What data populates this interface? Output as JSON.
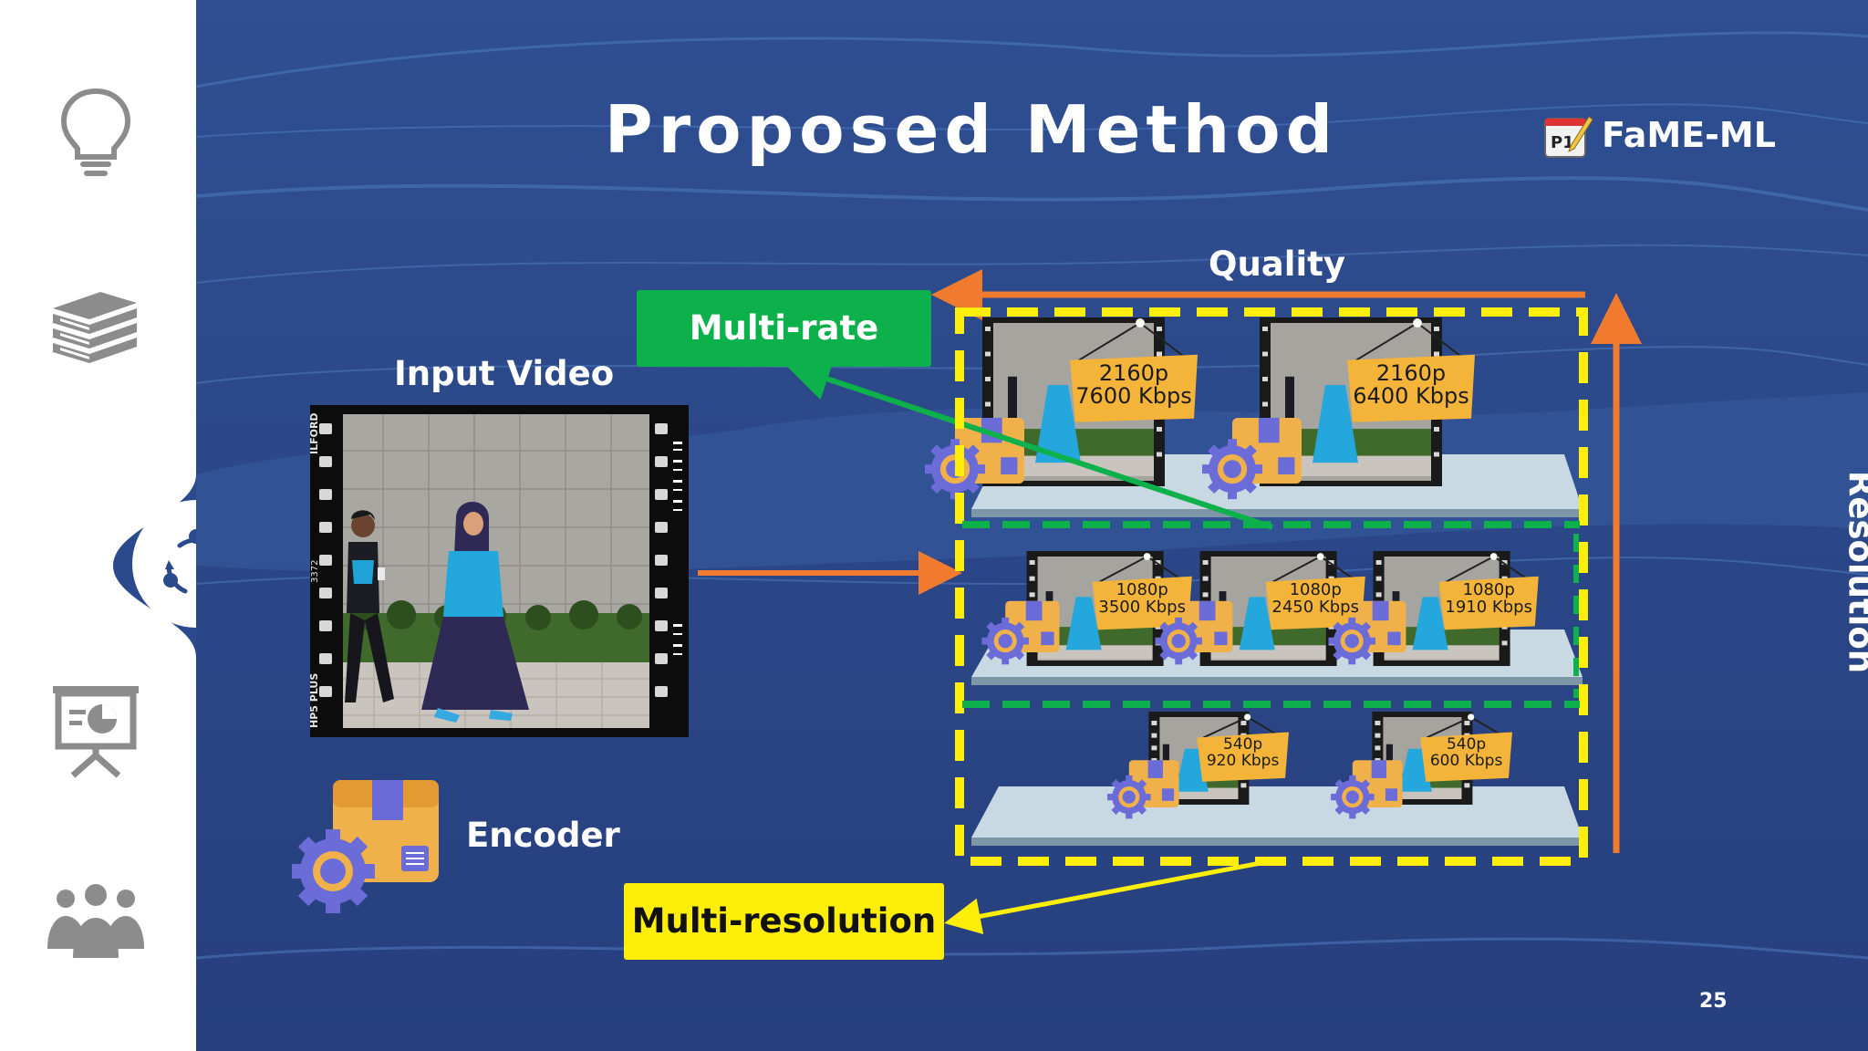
{
  "slide": {
    "title": "Proposed Method",
    "brand_badge": "P1",
    "brand": "FaME-ML",
    "page_number": "25"
  },
  "labels": {
    "input_video": "Input Video",
    "encoder": "Encoder",
    "quality": "Quality",
    "resolution": "Resolution"
  },
  "callouts": {
    "multi_rate": "Multi-rate",
    "multi_resolution": "Multi-resolution"
  },
  "ladder": {
    "rows": [
      {
        "items": [
          {
            "resolution": "2160p",
            "bitrate": "7600 Kbps"
          },
          {
            "resolution": "2160p",
            "bitrate": "6400 Kbps"
          }
        ]
      },
      {
        "items": [
          {
            "resolution": "1080p",
            "bitrate": "3500 Kbps"
          },
          {
            "resolution": "1080p",
            "bitrate": "2450 Kbps"
          },
          {
            "resolution": "1080p",
            "bitrate": "1910 Kbps"
          }
        ]
      },
      {
        "items": [
          {
            "resolution": "540p",
            "bitrate": "920 Kbps"
          },
          {
            "resolution": "540p",
            "bitrate": "600 Kbps"
          }
        ]
      }
    ]
  },
  "film_strip": {
    "top_left_text": "ILFORD",
    "bottom_left_text": "HP5 PLUS",
    "middle_left_text": "3372"
  },
  "colors": {
    "background": "#2b4a8c",
    "orange_arrow": "#f07a2d",
    "green_arrow": "#0db14b",
    "yellow": "#ffef08",
    "sidebar_icon": "#8c8c8c",
    "sign": "#f4b43a"
  },
  "sidebar": {
    "items": [
      {
        "icon": "lightbulb-icon",
        "active": false
      },
      {
        "icon": "books-icon",
        "active": false
      },
      {
        "icon": "cycle-icon",
        "active": true
      },
      {
        "icon": "presentation-icon",
        "active": false
      },
      {
        "icon": "team-icon",
        "active": false
      }
    ]
  }
}
